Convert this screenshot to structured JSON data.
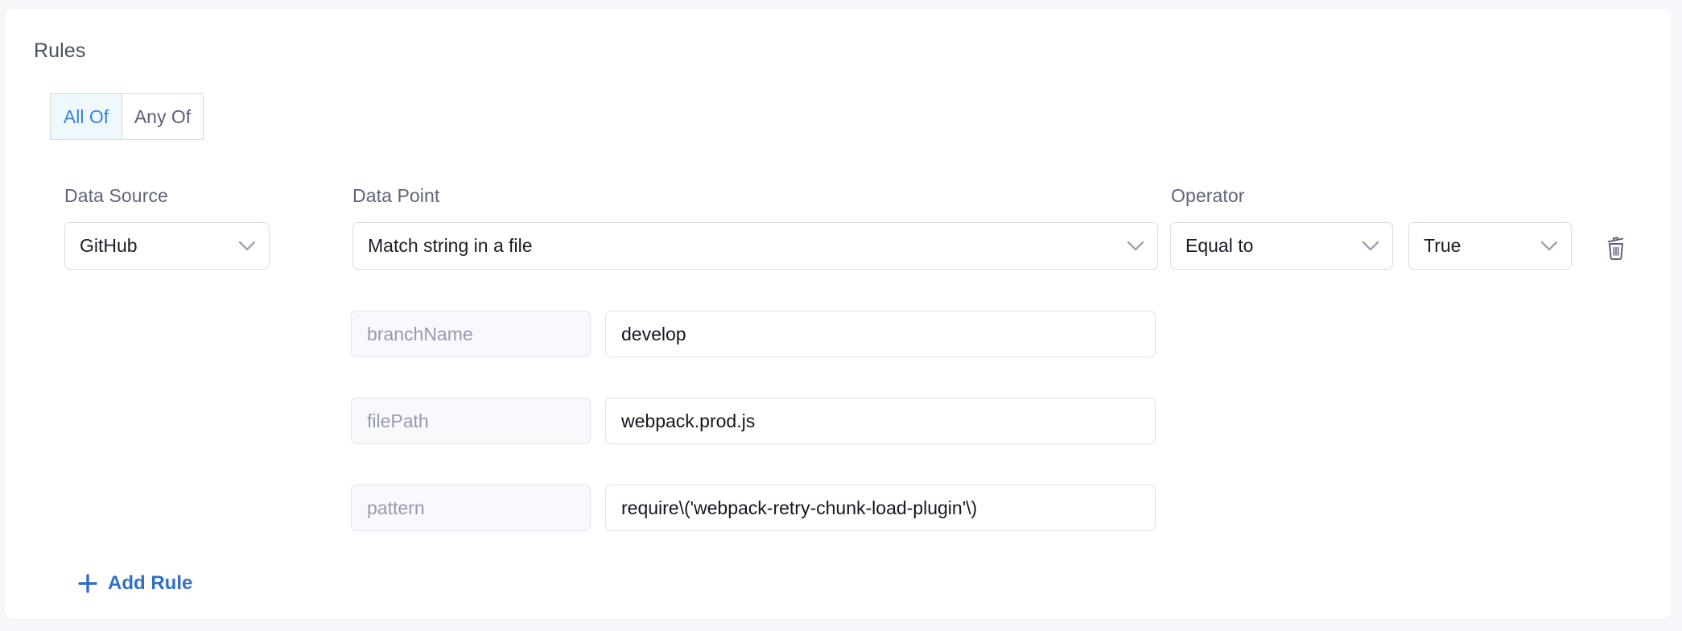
{
  "section": {
    "title": "Rules",
    "match_mode": {
      "options": [
        {
          "label": "All Of",
          "selected": true
        },
        {
          "label": "Any Of",
          "selected": false
        }
      ]
    }
  },
  "columns": {
    "data_source_label": "Data Source",
    "data_point_label": "Data Point",
    "operator_label": "Operator"
  },
  "rule": {
    "data_source": "GitHub",
    "data_point": "Match string in a file",
    "operator": "Equal to",
    "value": "True",
    "delete_icon": "trash-icon",
    "parameters": [
      {
        "key": "branchName",
        "value": "develop"
      },
      {
        "key": "filePath",
        "value": "webpack.prod.js"
      },
      {
        "key": "pattern",
        "value": "require\\('webpack-retry-chunk-load-plugin'\\)"
      }
    ]
  },
  "actions": {
    "add_rule_label": "Add Rule",
    "add_rule_icon": "plus-icon"
  },
  "colors": {
    "accent_blue": "#3d82d8",
    "link_blue": "#2f6fc4",
    "active_tab_bg": "#eef8fd",
    "label_gray": "#5f6478",
    "placeholder_gray": "#9599ae",
    "border_gray": "#dcdde6",
    "card_bg": "#ffffff",
    "page_bg": "#f6f7fb"
  }
}
